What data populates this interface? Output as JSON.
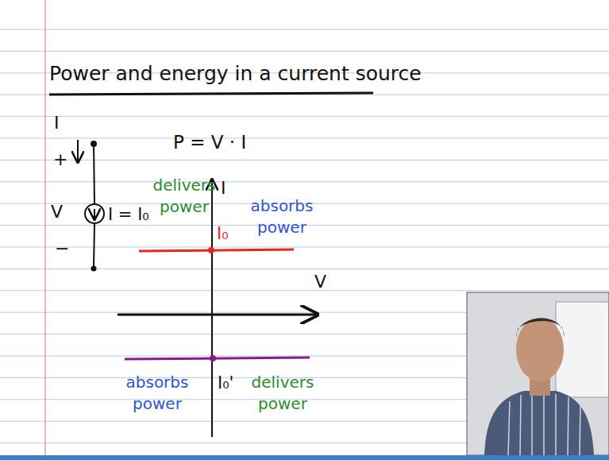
{
  "diagram": {
    "title": "Power and energy in a current source",
    "labels": [
      "I",
      "+",
      "V",
      "−",
      "I = I₀",
      "P = V · I",
      "I",
      "delivers power",
      "I₀",
      "absorbs power",
      "V",
      "absorbs power",
      "I₀'",
      "delivers power"
    ]
  }
}
